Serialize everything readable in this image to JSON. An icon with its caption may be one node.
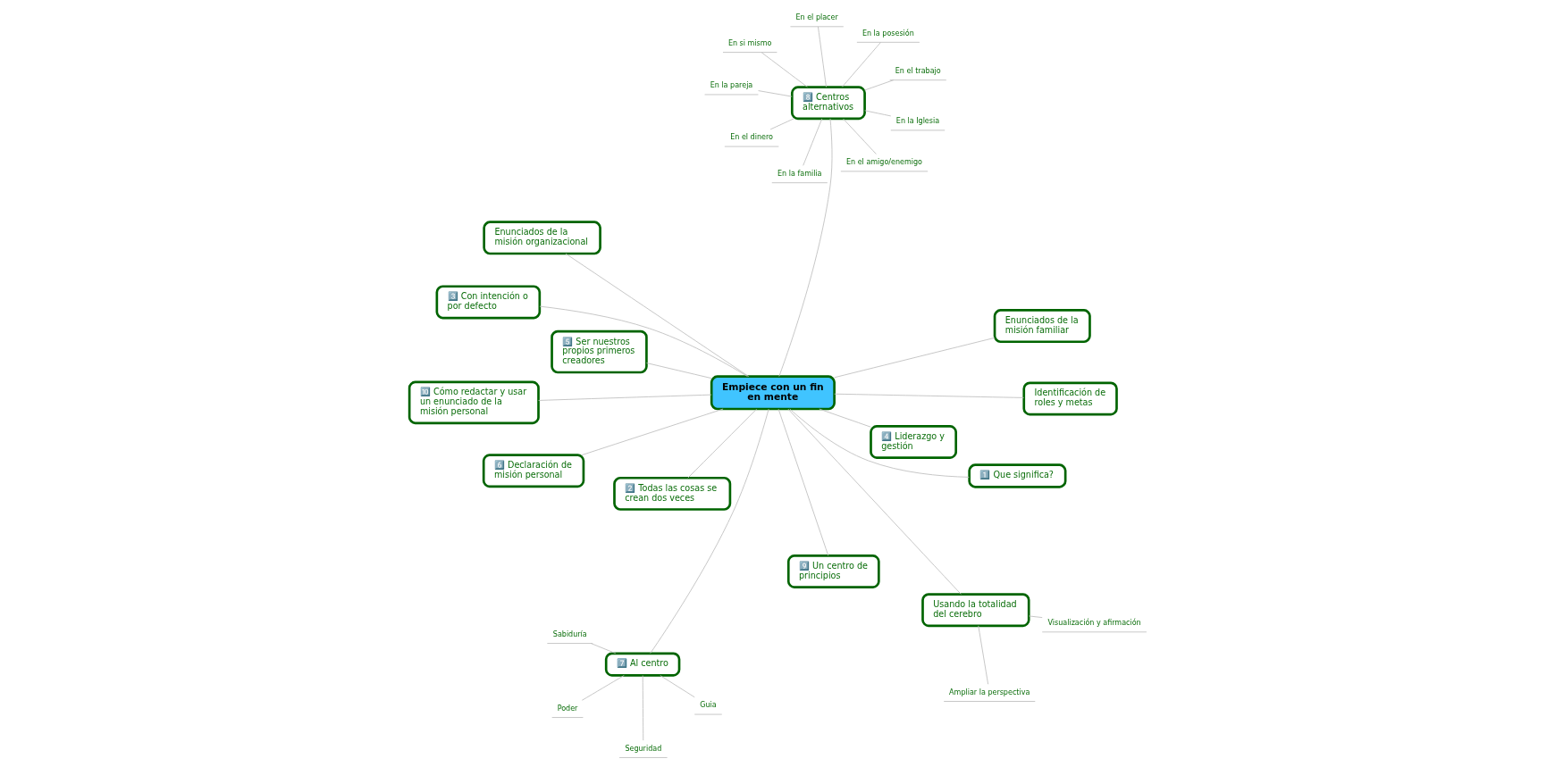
{
  "diagram": {
    "nodes": [
      {
        "text": [
          "Empiece con un fin en mente"
        ]
      },
      {
        "text": [
          "1️⃣ Que significa?"
        ]
      },
      {
        "text": [
          "2️⃣ Todas las cosas se crean dos veces"
        ]
      },
      {
        "text": [
          "3️⃣ Con intención o por defecto"
        ]
      },
      {
        "text": [
          "4️⃣ Liderazgo y gestión"
        ]
      },
      {
        "text": [
          "5️⃣ Ser nuestros propios primeros creadores"
        ]
      },
      {
        "text": [
          "6️⃣ Declaración de misión personal"
        ]
      },
      {
        "text": [
          "7️⃣ Al centro"
        ]
      },
      {
        "text": [
          "8️⃣ Centros alternativos"
        ]
      },
      {
        "text": [
          "9️⃣ Un centro de principios"
        ]
      },
      {
        "text": [
          "Usando la totalidad del cerebro"
        ]
      },
      {
        "text": [
          "🔟 Cómo redactar y usar un enunciado de la misión personal"
        ]
      },
      {
        "text": [
          "Identificación de roles y metas"
        ]
      },
      {
        "text": [
          "Enunciados de la misión familiar"
        ]
      },
      {
        "text": [
          "Enunciados de la misión organizacional"
        ]
      },
      {
        "text": [
          "Seguridad"
        ]
      },
      {
        "text": [
          "Guia"
        ]
      },
      {
        "text": [
          "Sabiduría"
        ]
      },
      {
        "text": [
          "Poder"
        ]
      },
      {
        "text": [
          "En la pareja"
        ]
      },
      {
        "text": [
          "En la familia"
        ]
      },
      {
        "text": [
          "En el dinero"
        ]
      },
      {
        "text": [
          "En el trabajo"
        ]
      },
      {
        "text": [
          "En la posesión"
        ]
      },
      {
        "text": [
          "En el placer"
        ]
      },
      {
        "text": [
          "En el amigo/enemigo"
        ]
      },
      {
        "text": [
          "En la Iglesia"
        ]
      },
      {
        "text": [
          "En si mismo"
        ]
      },
      {
        "text": [
          "Ampliar la perspectiva"
        ]
      },
      {
        "text": [
          "Visualización y afirmación"
        ]
      }
    ],
    "edges": [
      {
        "from": 0,
        "to": 1,
        "arrow": "none"
      },
      {
        "from": 0,
        "to": 2,
        "arrow": "none"
      },
      {
        "from": 0,
        "to": 3,
        "arrow": "none"
      },
      {
        "from": 0,
        "to": 4,
        "arrow": "none"
      },
      {
        "from": 0,
        "to": 5,
        "arrow": "none"
      },
      {
        "from": 0,
        "to": 6,
        "arrow": "none"
      },
      {
        "from": 0,
        "to": 7,
        "arrow": "none"
      },
      {
        "from": 0,
        "to": 8,
        "arrow": "none"
      },
      {
        "from": 0,
        "to": 9,
        "arrow": "none"
      },
      {
        "from": 0,
        "to": 10,
        "arrow": "none"
      },
      {
        "from": 0,
        "to": 11,
        "arrow": "none"
      },
      {
        "from": 0,
        "to": 12,
        "arrow": "none"
      },
      {
        "from": 0,
        "to": 13,
        "arrow": "none"
      },
      {
        "from": 0,
        "to": 14,
        "arrow": "none"
      },
      {
        "from": 7,
        "to": 15,
        "arrow": "none"
      },
      {
        "from": 7,
        "to": 16,
        "arrow": "none"
      },
      {
        "from": 7,
        "to": 17,
        "arrow": "none"
      },
      {
        "from": 7,
        "to": 18,
        "arrow": "none"
      },
      {
        "from": 8,
        "to": 19,
        "arrow": "none"
      },
      {
        "from": 8,
        "to": 20,
        "arrow": "none"
      },
      {
        "from": 8,
        "to": 21,
        "arrow": "none"
      },
      {
        "from": 8,
        "to": 22,
        "arrow": "none"
      },
      {
        "from": 8,
        "to": 23,
        "arrow": "none"
      },
      {
        "from": 8,
        "to": 24,
        "arrow": "none"
      },
      {
        "from": 8,
        "to": 25,
        "arrow": "none"
      },
      {
        "from": 8,
        "to": 26,
        "arrow": "none"
      },
      {
        "from": 8,
        "to": 27,
        "arrow": "none"
      },
      {
        "from": 10,
        "to": 28,
        "arrow": "none"
      },
      {
        "from": 10,
        "to": 29,
        "arrow": "none"
      }
    ]
  }
}
